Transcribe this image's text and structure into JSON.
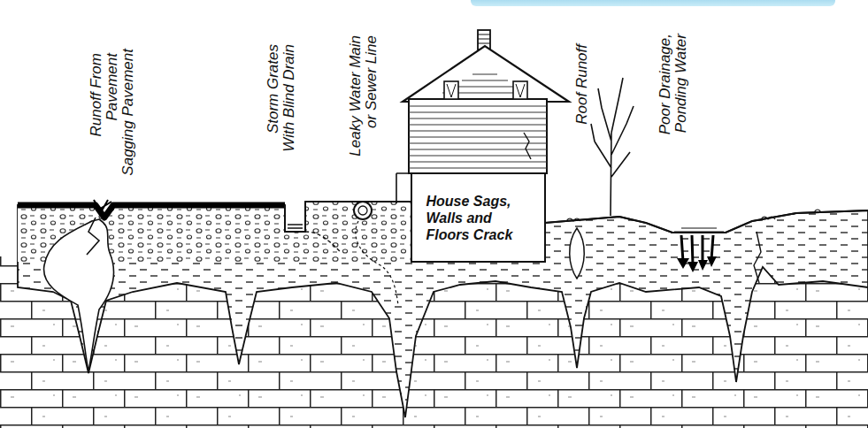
{
  "diagram": {
    "nodes": [
      {
        "text": [
          "House Sags, Walls and Floors Crack"
        ]
      }
    ],
    "labels": [
      "Runoff From Pavement",
      "Sagging Pavement",
      "Storm Grates With Blind Drain",
      "Leaky Water Main or Sewer Line",
      "Roof Runoff",
      "Poor Drainage, Ponding Water"
    ]
  }
}
